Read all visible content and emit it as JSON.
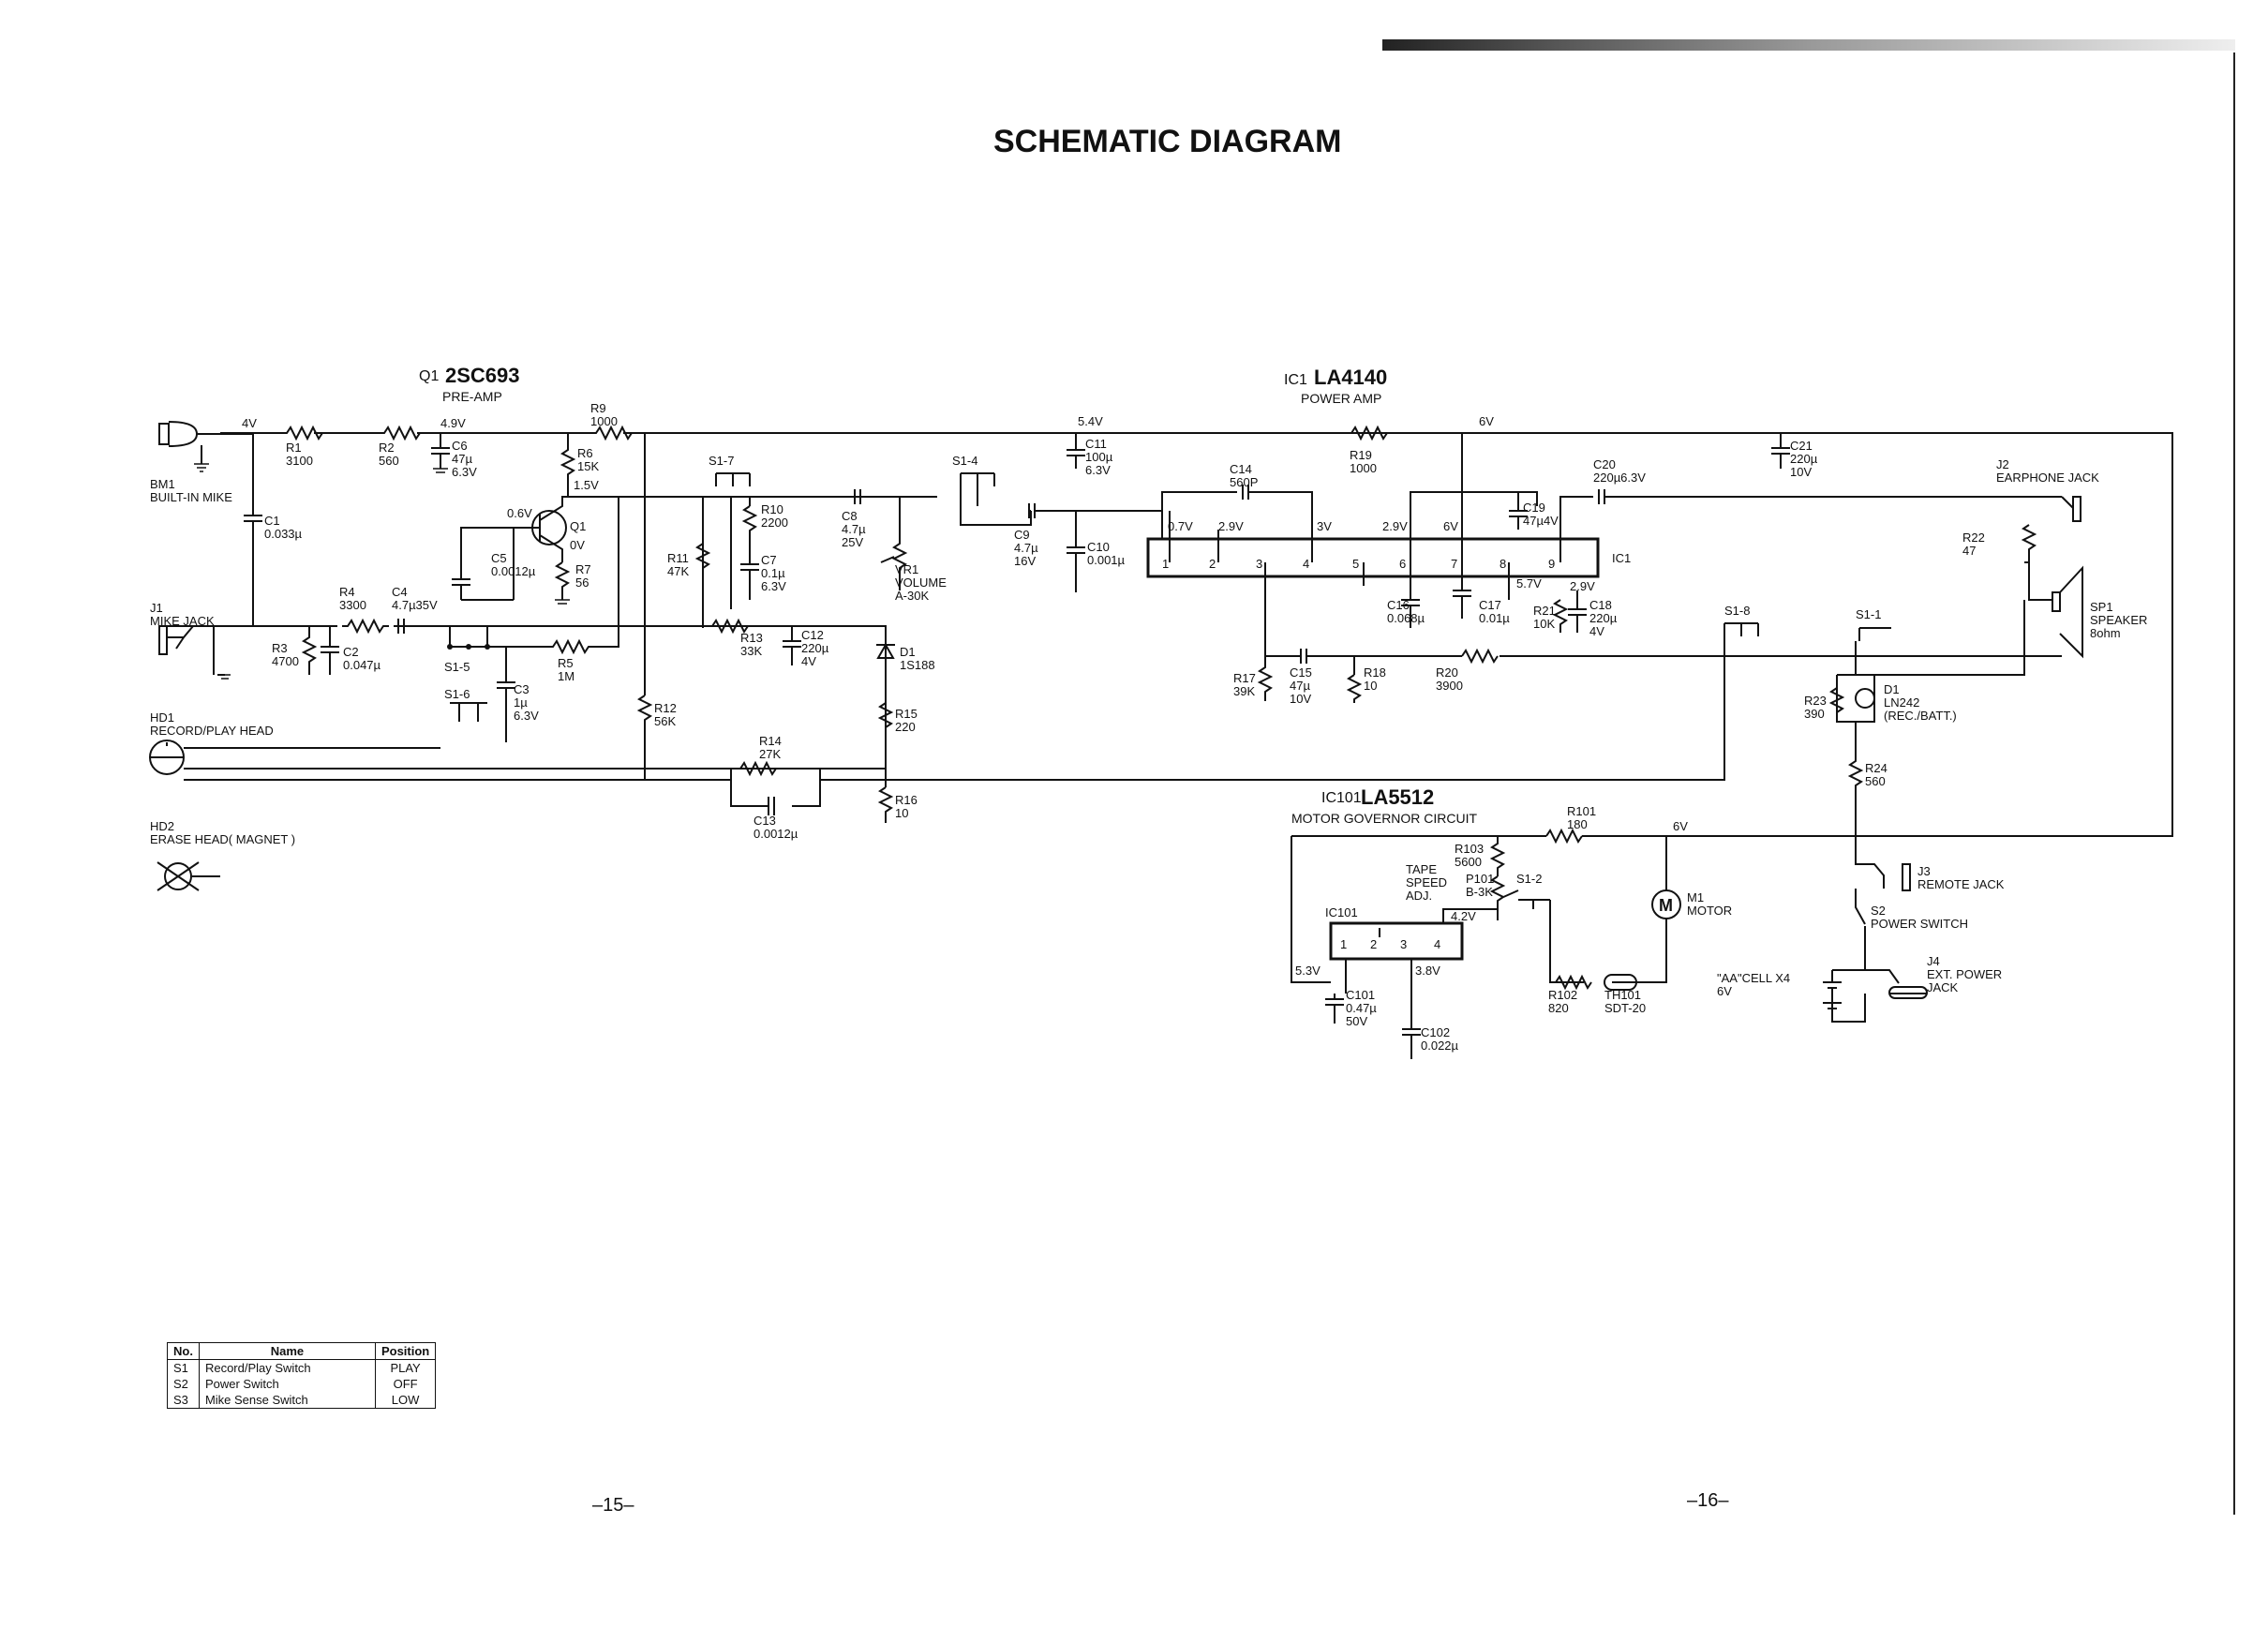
{
  "title": "SCHEMATIC DIAGRAM",
  "pages": {
    "left": "–15–",
    "right": "–16–"
  },
  "sections": {
    "q1": {
      "ref": "Q1",
      "part": "2SC693",
      "desc": "PRE-AMP"
    },
    "ic1": {
      "ref": "IC1",
      "part": "LA4140",
      "desc": "POWER AMP"
    },
    "ic101": {
      "ref": "IC101",
      "part": "LA5512",
      "desc": "MOTOR GOVERNOR CIRCUIT",
      "box": "IC101"
    }
  },
  "voltages": [
    "4V",
    "4.9V",
    "1.5V",
    "0.6V",
    "0V",
    "5.4V",
    "6V",
    "0.7V",
    "2.9V",
    "3V",
    "2.9V",
    "6V",
    "5.7V",
    "2.9V",
    "4.2V",
    "5.3V",
    "3.8V",
    "6V"
  ],
  "components": {
    "bm1": "BM1\nBUILT-IN MIKE",
    "r1": "R1\n3100",
    "r2": "R2\n560",
    "c6": "C6\n47µ\n6.3V",
    "r9": "R9\n1000",
    "r6": "R6\n15K",
    "q1": "Q1",
    "c5": "C5\n0.0012µ",
    "r7": "R7\n56",
    "c1": "C1\n0.033µ",
    "j1": "J1\nMIKE JACK",
    "r4": "R4\n3300",
    "c4": "C4\n4.7µ35V",
    "r3": "R3\n4700",
    "c2": "C2\n0.047µ",
    "s15": "S1-5",
    "r5": "R5\n1M",
    "s16": "S1-6",
    "c3": "C3\n1µ\n6.3V",
    "hd1": "HD1\nRECORD/PLAY HEAD",
    "hd2": "HD2\nERASE HEAD( MAGNET )",
    "r12": "R12\n56K",
    "s17": "S1-7",
    "r10": "R10\n2200",
    "r11": "R11\n47K",
    "c7": "C7\n0.1µ\n6.3V",
    "r13": "R13\n33K",
    "c12": "C12\n220µ\n4V",
    "d1": "D1\n1S188",
    "r15": "R15\n220",
    "r14": "R14\n27K",
    "c13": "C13\n0.0012µ",
    "r16": "R16\n10",
    "c8": "C8\n4.7µ\n25V",
    "s14": "S1-4",
    "vr1": "VR1\nVOLUME\nA-30K",
    "c9": "C9\n4.7µ\n16V",
    "c10": "C10\n0.001µ",
    "c11": "C11\n100µ\n6.3V",
    "c14": "C14\n560P",
    "r19": "R19\n1000",
    "c19": "C19\n47µ4V",
    "ic1pin": "IC1",
    "c16": "C16\n0.068µ",
    "c17": "C17\n0.01µ",
    "r21": "R21\n10K",
    "c18": "C18\n220µ\n4V",
    "c15": "C15\n47µ\n10V",
    "r17": "R17\n39K",
    "r18": "R18\n10",
    "r20": "R20\n3900",
    "c20": "C20\n220µ6.3V",
    "c21": "C21\n220µ\n10V",
    "j2": "J2\nEARPHONE JACK",
    "r22": "R22\n47",
    "sp1": "SP1\nSPEAKER\n8ohm",
    "s18": "S1-8",
    "s11": "S1-1",
    "r23": "R23\n390",
    "led": "D1\nLN242\n(REC./BATT.)",
    "r24": "R24\n560",
    "r101": "R101\n180",
    "r103": "R103\n5600",
    "p101": "P101\nB-3K",
    "tape": "TAPE\nSPEED\nADJ.",
    "s12": "S1-2",
    "m1": "M1\nMOTOR",
    "r102": "R102\n820",
    "th101": "TH101\nSDT-20",
    "c101": "C101\n0.47µ\n50V",
    "c102": "C102\n0.022µ",
    "j3": "J3\nREMOTE JACK",
    "s2": "S2\nPOWER SWITCH",
    "j4": "J4\nEXT. POWER\nJACK",
    "batt": "\"AA\"CELL X4\n6V"
  },
  "switch_table": {
    "headers": [
      "No.",
      "Name",
      "Position"
    ],
    "rows": [
      [
        "S1",
        "Record/Play Switch",
        "PLAY"
      ],
      [
        "S2",
        "Power Switch",
        "OFF"
      ],
      [
        "S3",
        "Mike Sense Switch",
        "LOW"
      ]
    ]
  }
}
